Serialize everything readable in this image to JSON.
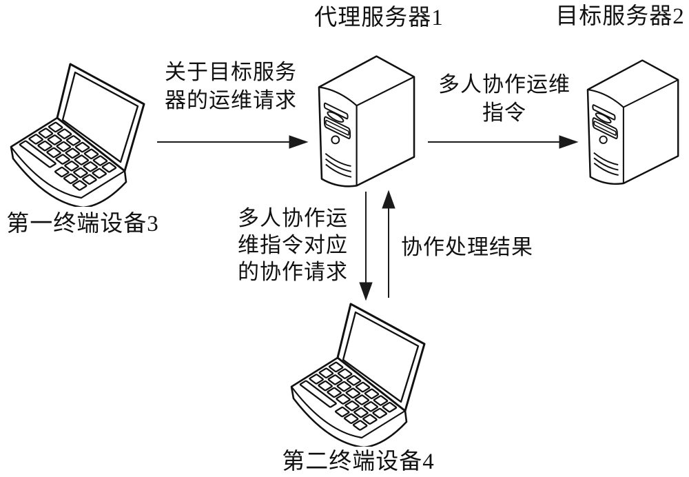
{
  "diagram": {
    "colors": {
      "line": "#1a1a1a",
      "background": "#ffffff"
    },
    "nodes": {
      "proxy_server": {
        "label": "代理服务器1",
        "icon": "server-icon"
      },
      "target_server": {
        "label": "目标服务器2",
        "icon": "server-icon"
      },
      "terminal1": {
        "label": "第一终端设备3",
        "icon": "laptop-icon"
      },
      "terminal2": {
        "label": "第二终端设备4",
        "icon": "laptop-icon"
      }
    },
    "edges": {
      "om_request": {
        "from": "terminal1",
        "to": "proxy_server",
        "direction": "right",
        "label": "关于目标服务\n器的运维请求"
      },
      "collab_command": {
        "from": "proxy_server",
        "to": "target_server",
        "direction": "right",
        "label": "多人协作运维\n指令"
      },
      "collab_request": {
        "from": "proxy_server",
        "to": "terminal2",
        "direction": "down",
        "label": "多人协作运\n维指令对应\n的协作请求"
      },
      "collab_result": {
        "from": "terminal2",
        "to": "proxy_server",
        "direction": "up",
        "label": "协作处理结果"
      }
    }
  }
}
